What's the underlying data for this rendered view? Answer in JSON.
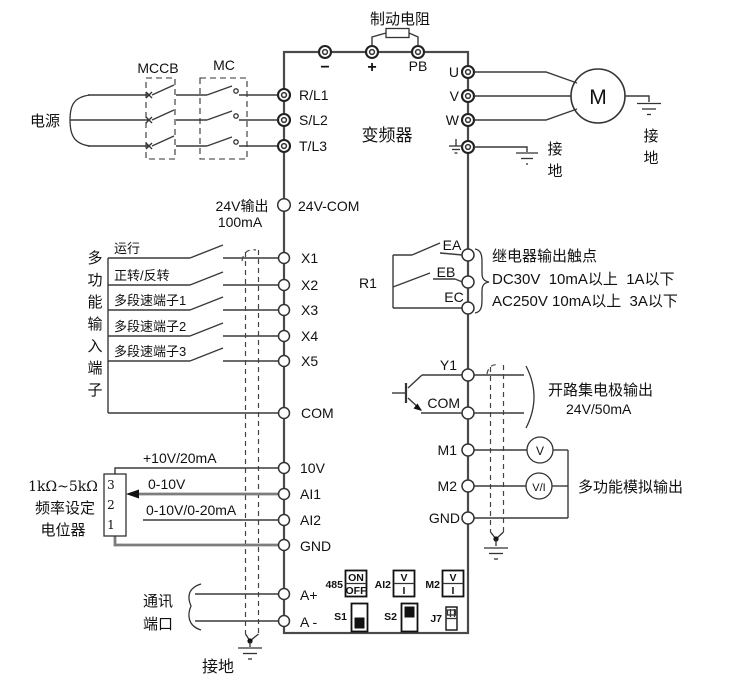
{
  "figure": {
    "inverter_title": "变频器",
    "braking_resistor": "制动电阻",
    "supply": {
      "label": "电源",
      "mccb": "MCCB",
      "mc": "MC"
    },
    "dc_bus": [
      "−",
      "+",
      "PB"
    ],
    "mains": [
      "R/L1",
      "S/L2",
      "T/L3"
    ],
    "aux24": {
      "out1": "24V输出",
      "out2": "100mA",
      "term": "24V-COM"
    },
    "din": {
      "chars": [
        "多",
        "功",
        "能",
        "输",
        "入",
        "端",
        "子"
      ],
      "items": [
        {
          "func": "运行",
          "term": "X1"
        },
        {
          "func": "正转/反转",
          "term": "X2"
        },
        {
          "func": "多段速端子1",
          "term": "X3"
        },
        {
          "func": "多段速端子2",
          "term": "X4"
        },
        {
          "func": "多段速端子3",
          "term": "X5"
        }
      ],
      "com": "COM"
    },
    "relay": {
      "name": "R1",
      "terms": [
        "EA",
        "EB",
        "EC"
      ],
      "note1": "继电器输出触点",
      "note2": "DC30V  10mA以上  1A以下",
      "note3": "AC250V 10mA以上  3A以下"
    },
    "oc": {
      "term_y1": "Y1",
      "term_com": "COM",
      "note1": "开路集电极输出",
      "note2": "24V/50mA"
    },
    "aout": {
      "terms": [
        "M1",
        "M2",
        "GND"
      ],
      "meter1": "V",
      "meter2": "V/I",
      "note": "多功能模拟输出"
    },
    "ain": {
      "w10v": "+10V/20mA",
      "t10v": "10V",
      "wai1": "0-10V",
      "tai1": "AI1",
      "wai2": "0-10V/0-20mA",
      "tai2": "AI2",
      "tgnd": "GND"
    },
    "pot": {
      "rating": "1kΩ~5kΩ",
      "name1": "频率设定",
      "name2": "电位器",
      "pins": [
        "3",
        "2",
        "1"
      ]
    },
    "comm": {
      "l1": "通讯",
      "l2": "端口",
      "ta": "A+",
      "tb": "A -"
    },
    "mot": {
      "terms": [
        "U",
        "V",
        "W"
      ],
      "m": "M"
    },
    "gnd": {
      "c1": "接",
      "c2": "地",
      "word": "接地"
    },
    "sw": {
      "s485": "485",
      "on": "ON",
      "off": "OFF",
      "ai2": "AI2",
      "v": "V",
      "i": "I",
      "m2": "M2",
      "s1": "S1",
      "s2": "S2",
      "j7": "J7"
    }
  }
}
